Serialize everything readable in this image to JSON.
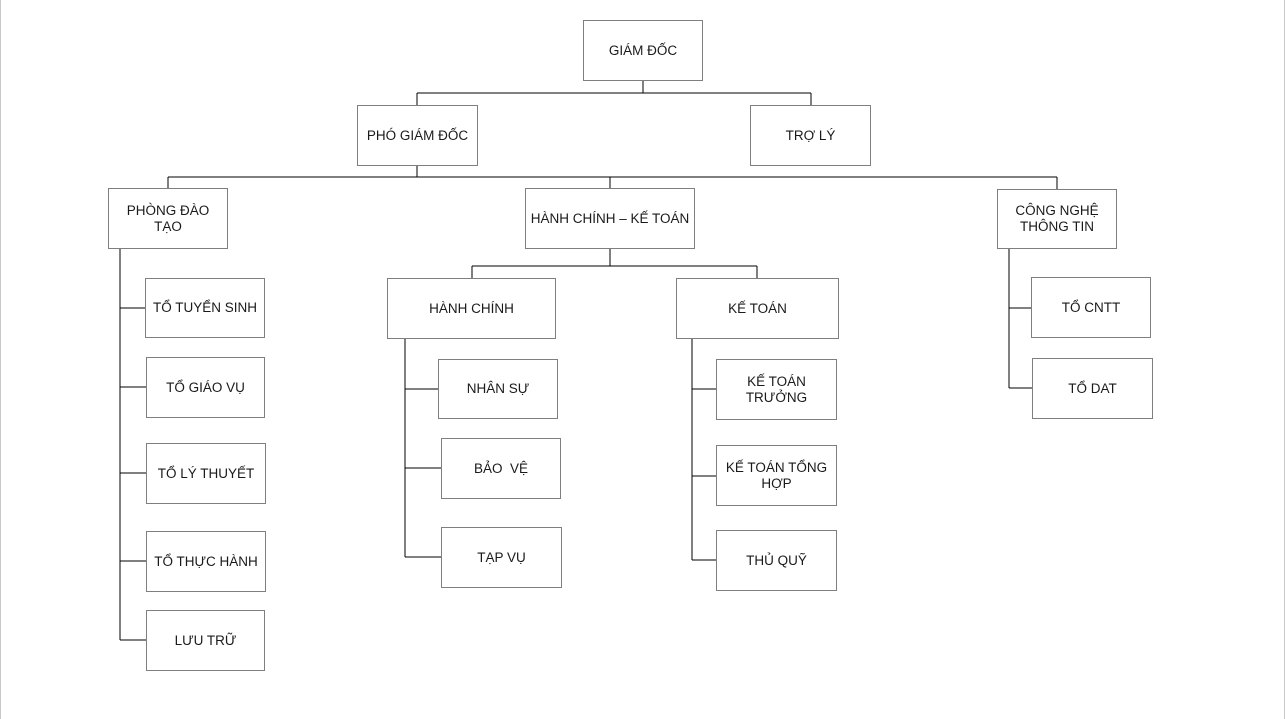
{
  "org_chart": {
    "giam_doc": "GIÁM ĐỐC",
    "pho_giam_doc": "PHÓ GIÁM ĐỐC",
    "tro_ly": "TRỢ LÝ",
    "phong_dao_tao": "PHÒNG ĐÀO TẠO",
    "hanh_chinh_ke_toan": "HÀNH CHÍNH – KẾ TOÁN",
    "cong_nghe_thong_tin": "CÔNG NGHỆ\nTHÔNG TIN",
    "dao_tao_units": [
      "TỔ TUYỂN SINH",
      "TỔ GIÁO VỤ",
      "TỔ LÝ THUYẾT",
      "TỔ THỰC HÀNH",
      "LƯU TRỮ"
    ],
    "hanh_chinh": "HÀNH CHÍNH",
    "hanh_chinh_units": [
      "NHÂN SỰ",
      "BẢO  VỆ",
      "TẠP VỤ"
    ],
    "ke_toan": "KẾ TOÁN",
    "ke_toan_units": [
      "KẾ TOÁN TRƯỞNG",
      "KẾ TOÁN TỔNG\nHỢP",
      "THỦ QUỸ"
    ],
    "cntt_units": [
      "TỔ CNTT",
      "TỔ DAT"
    ]
  }
}
